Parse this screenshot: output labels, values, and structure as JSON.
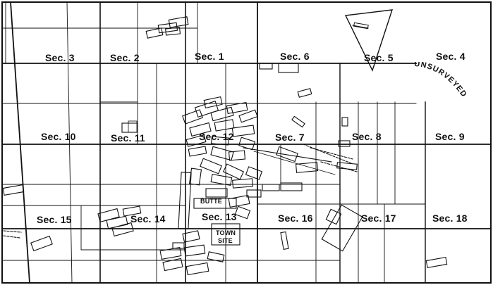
{
  "sections": {
    "s3": "Sec. 3",
    "s2": "Sec. 2",
    "s1": "Sec. 1",
    "s6": "Sec. 6",
    "s5": "Sec. 5",
    "s4": "Sec. 4",
    "s10": "Sec. 10",
    "s11": "Sec. 11",
    "s12": "Sec. 12",
    "s7": "Sec. 7",
    "s8": "Sec. 8",
    "s9": "Sec. 9",
    "s15": "Sec. 15",
    "s14": "Sec. 14",
    "s13": "Sec. 13",
    "s16": "Sec. 16",
    "s17": "Sec. 17",
    "s18": "Sec. 18"
  },
  "labels": {
    "unsurveyed": "UNSURVEYED",
    "butte": "BUTTE",
    "town": "TOWN",
    "site": "SITE"
  },
  "colors": {
    "ink": "#111111",
    "paper": "#ffffff"
  }
}
